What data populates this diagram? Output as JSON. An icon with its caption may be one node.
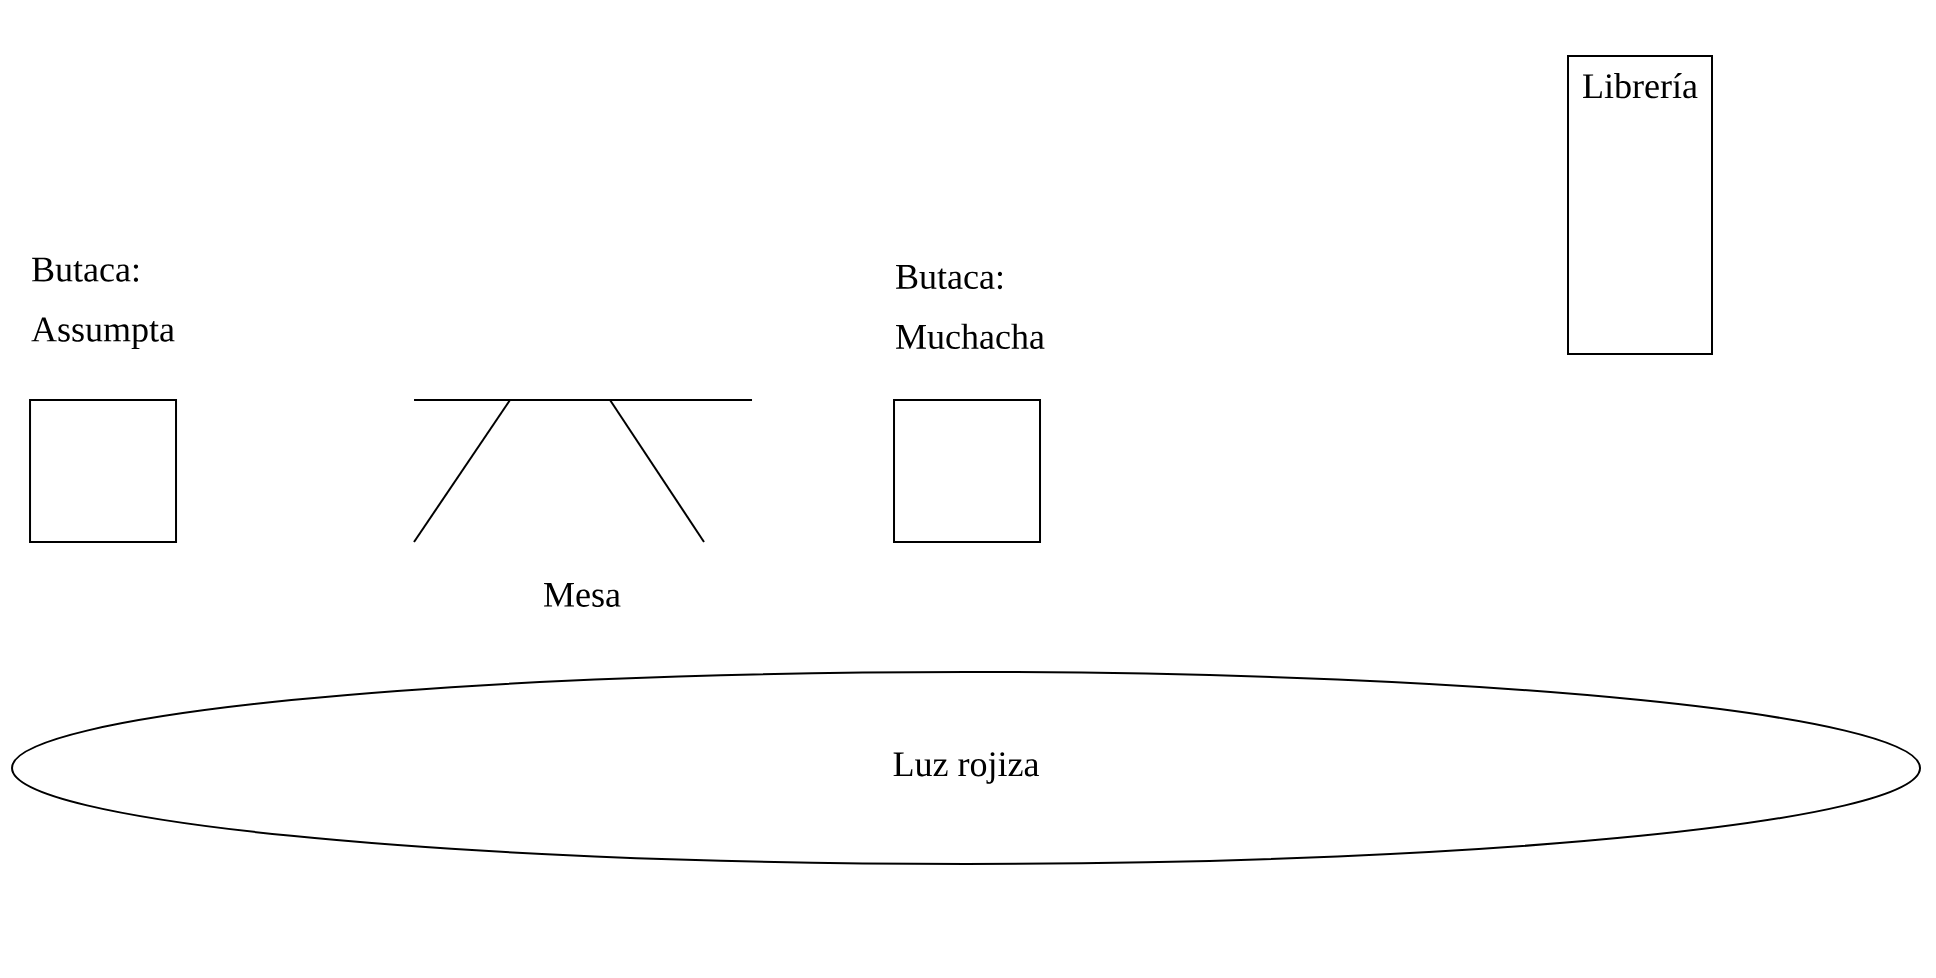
{
  "diagram": {
    "nodes": [
      {
        "text": [
          "Librería"
        ]
      },
      {
        "text": [
          "Butaca: Assumpta"
        ]
      },
      {
        "text": [
          "Butaca: Muchacha"
        ]
      },
      {
        "text": [
          "Mesa"
        ]
      },
      {
        "text": [
          "Luz rojiza"
        ]
      }
    ]
  }
}
